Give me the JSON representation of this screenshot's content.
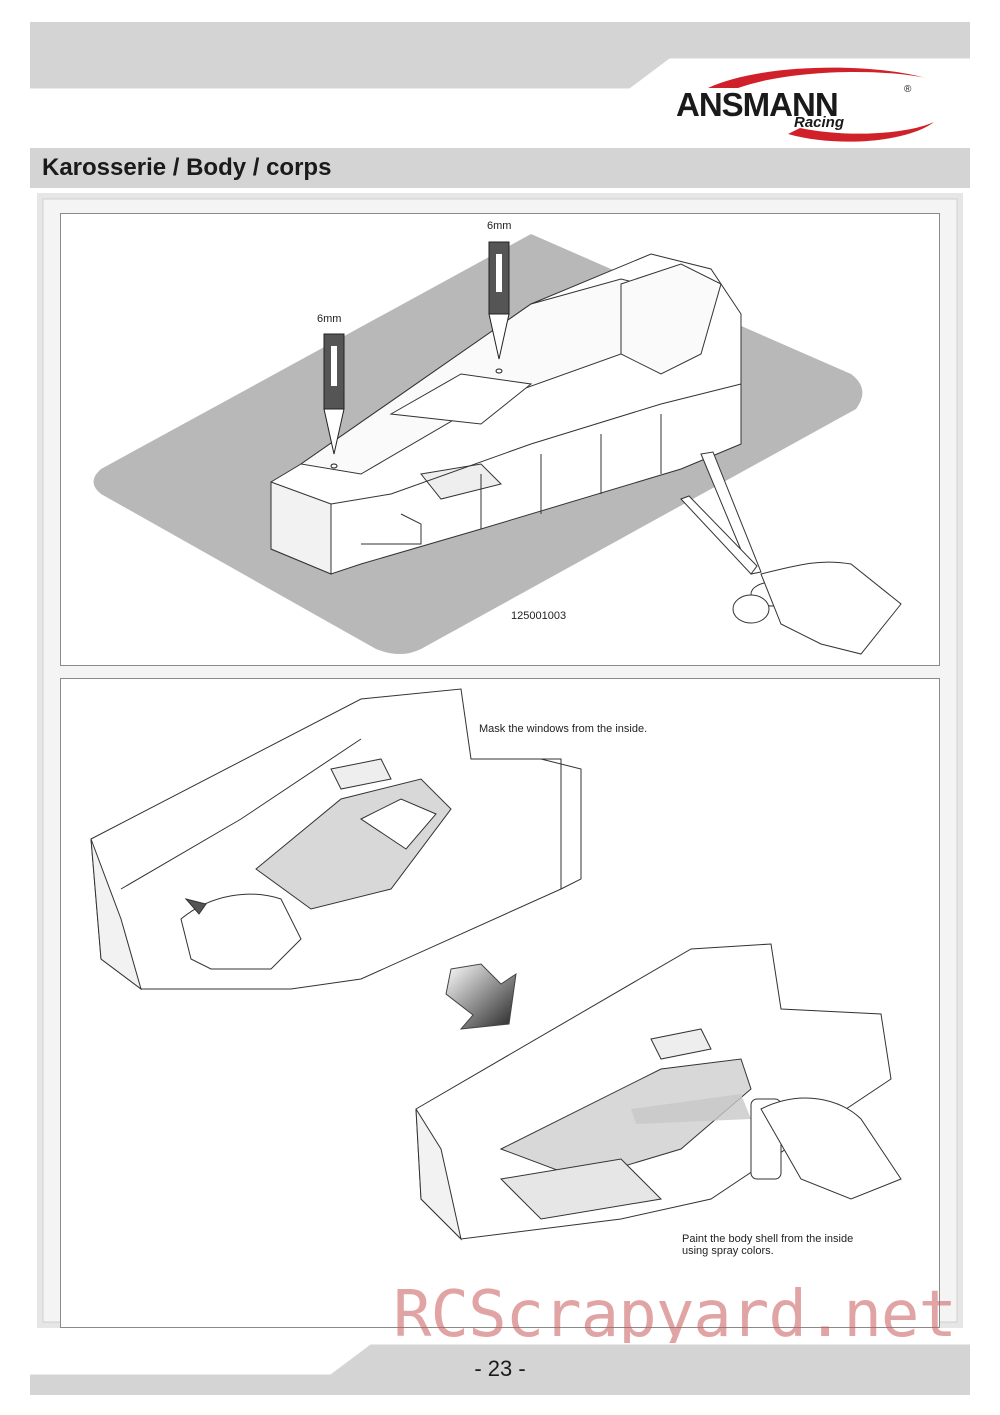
{
  "header": {
    "logo_brand": "ANSMANN",
    "logo_registered": "®",
    "logo_sub": "Racing"
  },
  "section": {
    "title": "Karosserie / Body / corps"
  },
  "step1": {
    "drill_label_left": "6mm",
    "drill_label_right": "6mm",
    "part_number": "125001003"
  },
  "step2": {
    "mask_caption": "Mask the windows from the inside.",
    "paint_caption_line1": "Paint the body shell from the inside",
    "paint_caption_line2": "using spray colors."
  },
  "watermark": "RCScrapyard.net",
  "footer": {
    "page_number": "- 23 -"
  },
  "colors": {
    "band_gray": "#d4d4d4",
    "frame_gray": "#e6e6e6",
    "board_gray": "#b8b8b8",
    "logo_red": "#d0202a",
    "watermark_red": "#c85a5a"
  }
}
